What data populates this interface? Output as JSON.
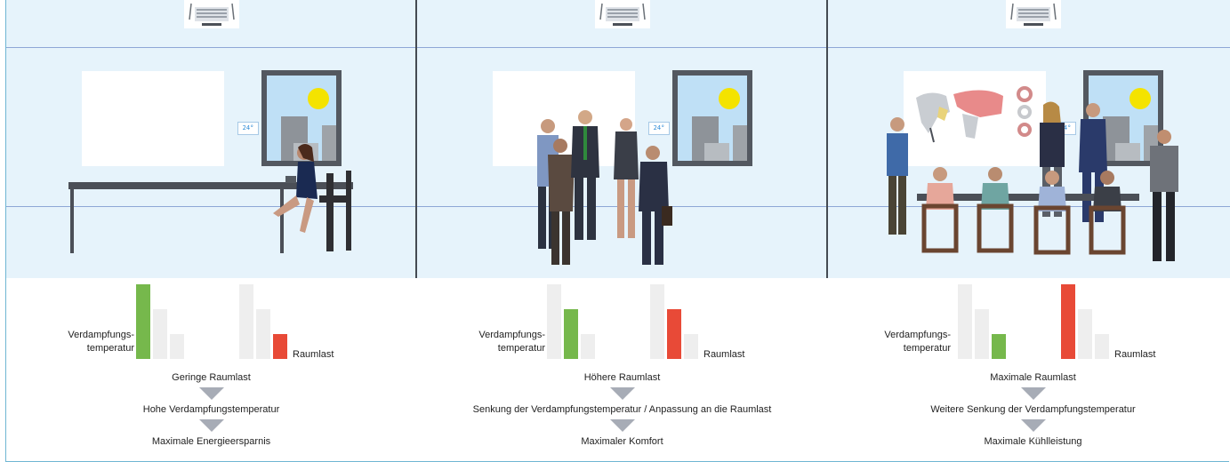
{
  "colors": {
    "room": "#e6f3fb",
    "green": "#76b84c",
    "red": "#e84a37",
    "grey": "#eeeeee",
    "arrow": "#a7acb6",
    "frame": "#6fb6d3"
  },
  "panels": [
    {
      "thermostat": "24°",
      "chart_labels": {
        "left_line1": "Verdampfungs-",
        "left_line2": "temperatur",
        "right": "Raumlast"
      },
      "steps": [
        "Geringe Raumlast",
        "Hohe Verdampfungstemperatur",
        "Maximale Energieersparnis"
      ]
    },
    {
      "thermostat": "24°",
      "chart_labels": {
        "left_line1": "Verdampfungs-",
        "left_line2": "temperatur",
        "right": "Raumlast"
      },
      "steps": [
        "Höhere Raumlast",
        "Senkung der Verdampfungstemperatur / Anpassung an die Raumlast",
        "Maximaler Komfort"
      ]
    },
    {
      "thermostat": "24°",
      "chart_labels": {
        "left_line1": "Verdampfungs-",
        "left_line2": "temperatur",
        "right": "Raumlast"
      },
      "steps": [
        "Maximale Raumlast",
        "Weitere Senkung der Verdampfungstemperatur",
        "Maximale Kühlleistung"
      ]
    }
  ],
  "chart_data": [
    {
      "type": "bar",
      "groups": [
        {
          "values": [
            3,
            2,
            1
          ],
          "highlight": 0,
          "color": "green"
        },
        {
          "values": [
            3,
            2,
            1
          ],
          "highlight": 2,
          "color": "red"
        }
      ]
    },
    {
      "type": "bar",
      "groups": [
        {
          "values": [
            3,
            2,
            1
          ],
          "highlight": 1,
          "color": "green"
        },
        {
          "values": [
            3,
            2,
            1
          ],
          "highlight": 1,
          "color": "red"
        }
      ]
    },
    {
      "type": "bar",
      "groups": [
        {
          "values": [
            3,
            2,
            1
          ],
          "highlight": 2,
          "color": "green"
        },
        {
          "values": [
            3,
            2,
            1
          ],
          "highlight": 0,
          "color": "red"
        }
      ]
    }
  ]
}
